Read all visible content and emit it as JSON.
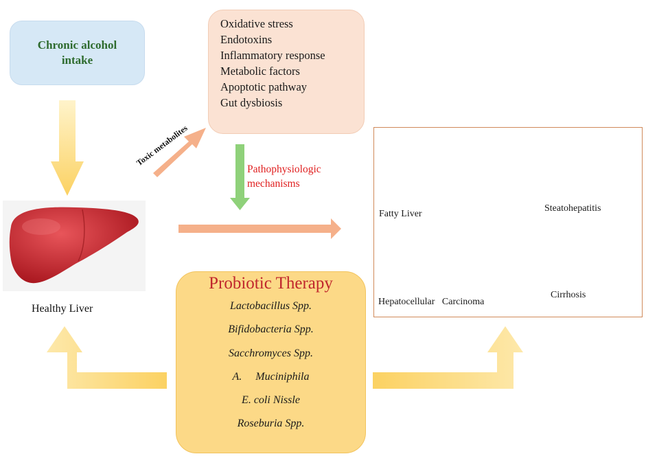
{
  "nodes": {
    "alcohol": {
      "label": "Chronic alcohol\nintake",
      "fill": "#d6e8f6"
    },
    "mechanisms": {
      "fill": "#fbe2d3",
      "items": [
        "Oxidative  stress",
        "Endotoxins",
        "Inflammatory  response",
        "Metabolic  factors",
        "Apoptotic pathway",
        "Gut dysbiosis"
      ]
    },
    "healthy_liver": {
      "label": "Healthy  Liver"
    },
    "probiotic": {
      "title": "Probiotic Therapy",
      "fill": "#fcd987",
      "items": [
        "Lactobacillus Spp.",
        "Bifidobacteria Spp.",
        "Sacchromyces Spp.",
        "A.     Muciniphila",
        "E. coli Nissle",
        "Roseburia Spp."
      ]
    },
    "disease_cycle": {
      "stages": [
        "Fatty Liver",
        "Steatohepatitis",
        "Cirrhosis",
        "Hepatocellular   Carcinoma"
      ]
    }
  },
  "edges": {
    "toxic_metabolites": "Toxic metabolites",
    "pathophysiologic": "Pathophysiologic\nmechanisms"
  },
  "colors": {
    "arrow_yellow": "#fbd05f",
    "arrow_peach": "#f5b08a",
    "arrow_green": "#8fd17a",
    "cycle_arrow": "#7b2d8e",
    "liver_healthy": "#c9242c",
    "liver_fatty": "#e9a94a",
    "liver_steato": "#ef9a3c",
    "liver_cirrhosis": "#c97457",
    "liver_hcc": "#8a3b2c"
  }
}
